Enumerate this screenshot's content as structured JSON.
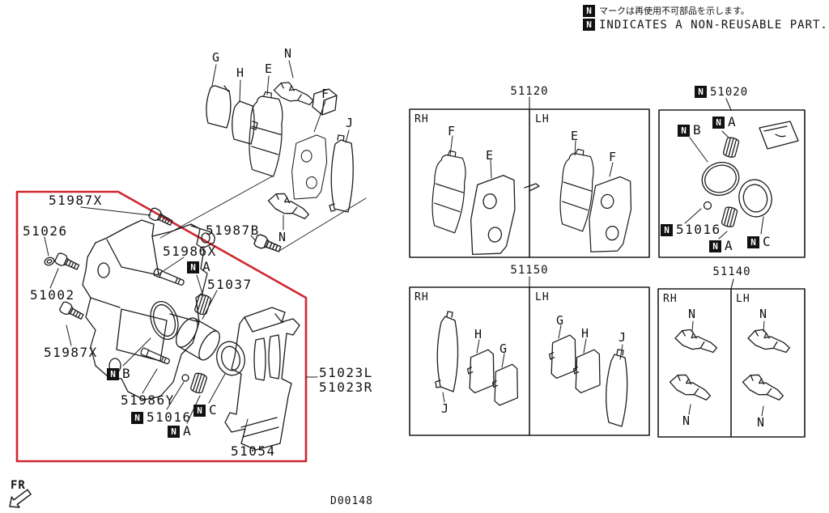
{
  "notes": {
    "n": "N",
    "jp": "マークは再使用不可部品を示します。",
    "en": "INDICATES A NON-REUSABLE PART."
  },
  "symbols": {
    "n": "N",
    "a": "A",
    "b": "B",
    "c": "C"
  },
  "callouts": {
    "g": "G",
    "h": "H",
    "e": "E",
    "f": "F",
    "j": "J",
    "n": "N"
  },
  "parts": {
    "p51987x": "51987X",
    "p51026": "51026",
    "p51002": "51002",
    "p51986x": "51986X",
    "p51037": "51037",
    "p51987b": "51987B",
    "p51986y": "51986Y",
    "p51016": "51016",
    "p51054": "51054",
    "p51023l": "51023L",
    "p51023r": "51023R"
  },
  "panels": {
    "pads": {
      "title": "51120",
      "rh": "RH",
      "lh": "LH"
    },
    "sealkit": {
      "title": "51020"
    },
    "shims": {
      "title": "51150",
      "rh": "RH",
      "lh": "LH"
    },
    "clips": {
      "title": "51140",
      "rh": "RH",
      "lh": "LH"
    }
  },
  "footer": {
    "fr": "FR",
    "code": "D00148"
  },
  "colors": {
    "highlight_red": "#cf2730",
    "ink": "#1c1c1c"
  }
}
